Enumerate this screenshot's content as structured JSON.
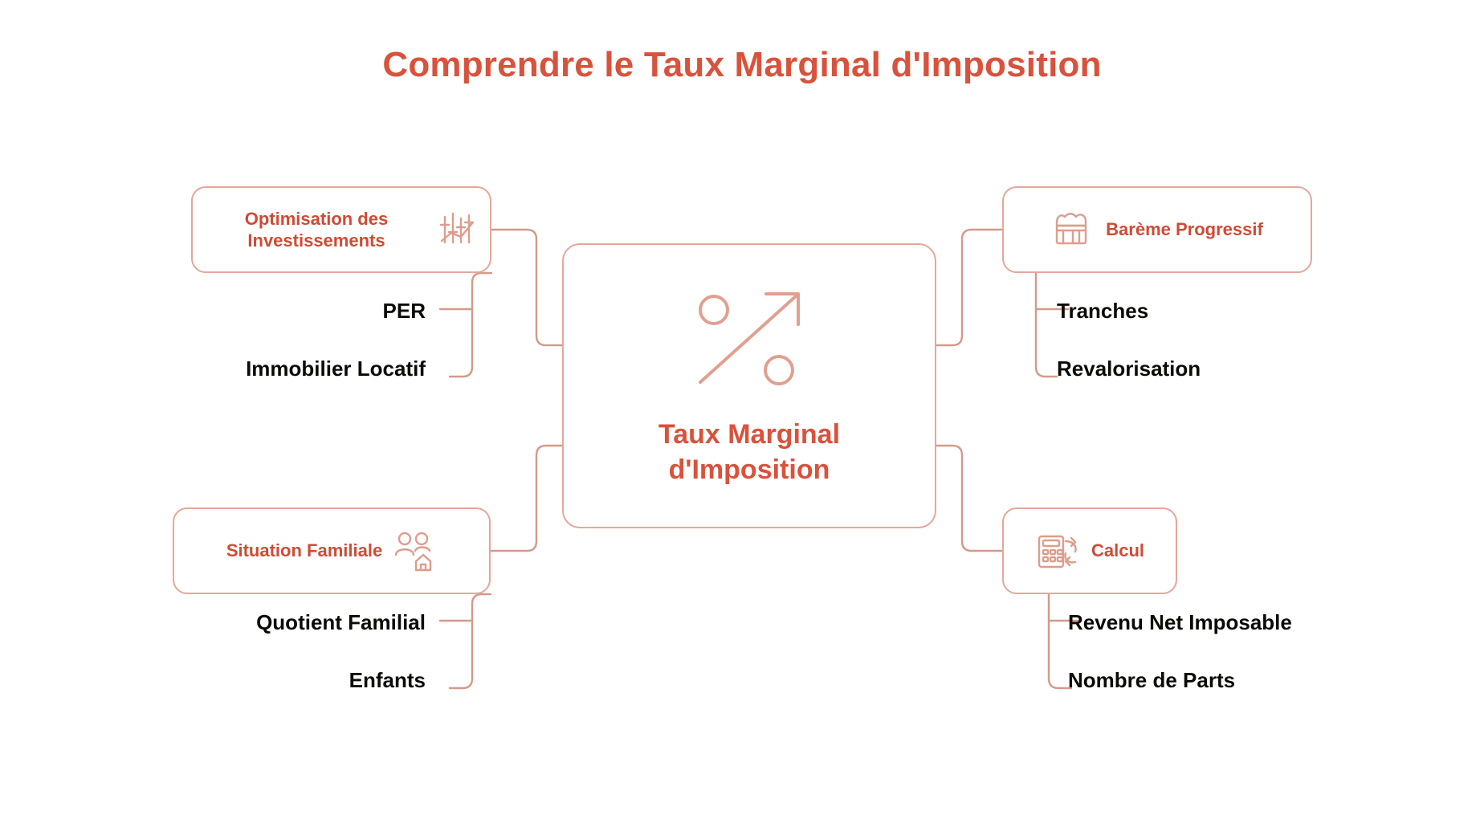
{
  "page": {
    "title": "Comprendre le Taux Marginal d'Imposition",
    "background_color": "#ffffff",
    "accent_color": "#d9523c",
    "line_color": "#e4a79a",
    "leaf_text_color": "#0b0b06"
  },
  "center": {
    "label": "Taux Marginal d'Imposition",
    "icon": "percent-growth-arrow-icon"
  },
  "branches": [
    {
      "id": "optimisation",
      "title": "Optimisation des Investissements",
      "icon": "investment-bars-icon",
      "side": "left",
      "items": [
        {
          "label": "PER"
        },
        {
          "label": "Immobilier Locatif"
        }
      ]
    },
    {
      "id": "bareme",
      "title": "Barème Progressif",
      "icon": "tax-table-icon",
      "side": "right",
      "items": [
        {
          "label": "Tranches"
        },
        {
          "label": "Revalorisation"
        }
      ]
    },
    {
      "id": "situation",
      "title": "Situation Familiale",
      "icon": "family-people-house-icon",
      "side": "left",
      "items": [
        {
          "label": "Quotient Familial"
        },
        {
          "label": "Enfants"
        }
      ]
    },
    {
      "id": "calcul",
      "title": "Calcul",
      "icon": "calculator-refresh-icon",
      "side": "right",
      "items": [
        {
          "label": "Revenu Net Imposable"
        },
        {
          "label": "Nombre de Parts"
        }
      ]
    }
  ]
}
